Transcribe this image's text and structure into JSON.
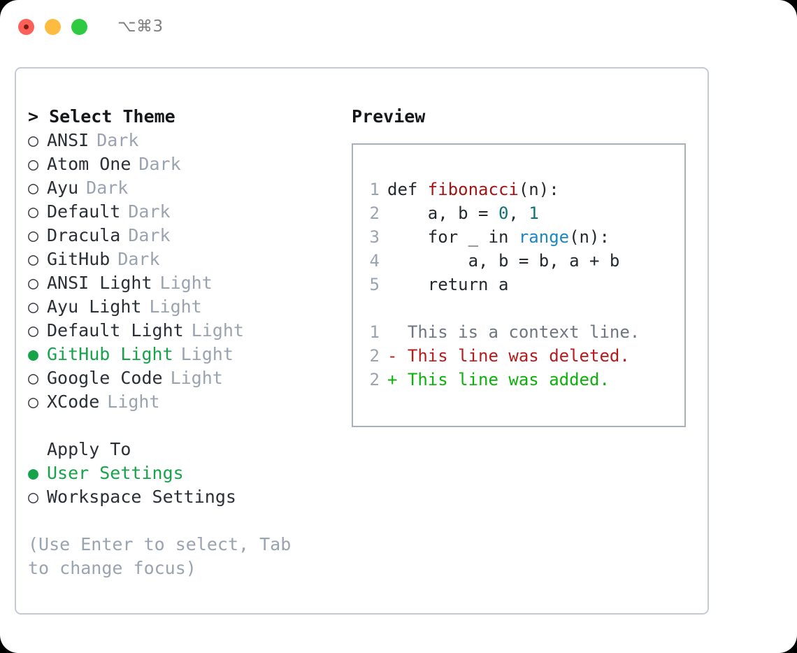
{
  "titlebar": {
    "traffic_lights": [
      {
        "name": "close",
        "color": "#fc6058"
      },
      {
        "name": "minimize",
        "color": "#fdbc40"
      },
      {
        "name": "zoom",
        "color": "#2ecb42"
      }
    ],
    "shortcut": "⌥⌘3"
  },
  "theme_panel": {
    "header": "> Select Theme",
    "options": [
      {
        "marker": "○",
        "name": "ANSI",
        "tag": "Dark",
        "selected": false
      },
      {
        "marker": "○",
        "name": "Atom One",
        "tag": "Dark",
        "selected": false
      },
      {
        "marker": "○",
        "name": "Ayu",
        "tag": "Dark",
        "selected": false
      },
      {
        "marker": "○",
        "name": "Default",
        "tag": "Dark",
        "selected": false
      },
      {
        "marker": "○",
        "name": "Dracula",
        "tag": "Dark",
        "selected": false
      },
      {
        "marker": "○",
        "name": "GitHub",
        "tag": "Dark",
        "selected": false
      },
      {
        "marker": "○",
        "name": "ANSI Light",
        "tag": "Light",
        "selected": false
      },
      {
        "marker": "○",
        "name": "Ayu Light",
        "tag": "Light",
        "selected": false
      },
      {
        "marker": "○",
        "name": "Default Light",
        "tag": "Light",
        "selected": false
      },
      {
        "marker": "●",
        "name": "GitHub Light",
        "tag": "Light",
        "selected": true
      },
      {
        "marker": "○",
        "name": "Google Code",
        "tag": "Light",
        "selected": false
      },
      {
        "marker": "○",
        "name": "XCode",
        "tag": "Light",
        "selected": false
      }
    ]
  },
  "apply_to": {
    "header": "Apply To",
    "options": [
      {
        "marker": "●",
        "name": "User Settings",
        "selected": true
      },
      {
        "marker": "○",
        "name": "Workspace Settings",
        "selected": false
      }
    ]
  },
  "hint": "(Use Enter to select, Tab to change focus)",
  "preview": {
    "title": "Preview",
    "code_lines": [
      {
        "num": "1",
        "tokens": [
          {
            "t": "def ",
            "c": "plain"
          },
          {
            "t": "fibonacci",
            "c": "fn"
          },
          {
            "t": "(n):",
            "c": "plain"
          }
        ]
      },
      {
        "num": "2",
        "tokens": [
          {
            "t": "    a, b = ",
            "c": "plain"
          },
          {
            "t": "0",
            "c": "num"
          },
          {
            "t": ", ",
            "c": "plain"
          },
          {
            "t": "1",
            "c": "num"
          }
        ]
      },
      {
        "num": "3",
        "tokens": [
          {
            "t": "    for _ in ",
            "c": "plain"
          },
          {
            "t": "range",
            "c": "call"
          },
          {
            "t": "(n):",
            "c": "plain"
          }
        ]
      },
      {
        "num": "4",
        "tokens": [
          {
            "t": "        a, b = b, a + b",
            "c": "plain"
          }
        ]
      },
      {
        "num": "5",
        "tokens": [
          {
            "t": "    return a",
            "c": "plain"
          }
        ]
      }
    ],
    "diff_lines": [
      {
        "num": "1",
        "sign": "  ",
        "text": "This is a context line.",
        "kind": "ctx"
      },
      {
        "num": "2",
        "sign": "- ",
        "text": "This line was deleted.",
        "kind": "del"
      },
      {
        "num": "2",
        "sign": "+ ",
        "text": "This line was added.",
        "kind": "add"
      }
    ]
  },
  "colors": {
    "selection_green": "#16a34a",
    "diff_add_green": "#0cb10c",
    "diff_del_red": "#b71c1c",
    "function_red": "#a31515",
    "number_teal": "#0d7377",
    "builtin_blue": "#1b86c4",
    "muted_gray": "#9aa3b0",
    "border_gray": "#c5cad4",
    "code_border": "#a8b0bc"
  }
}
